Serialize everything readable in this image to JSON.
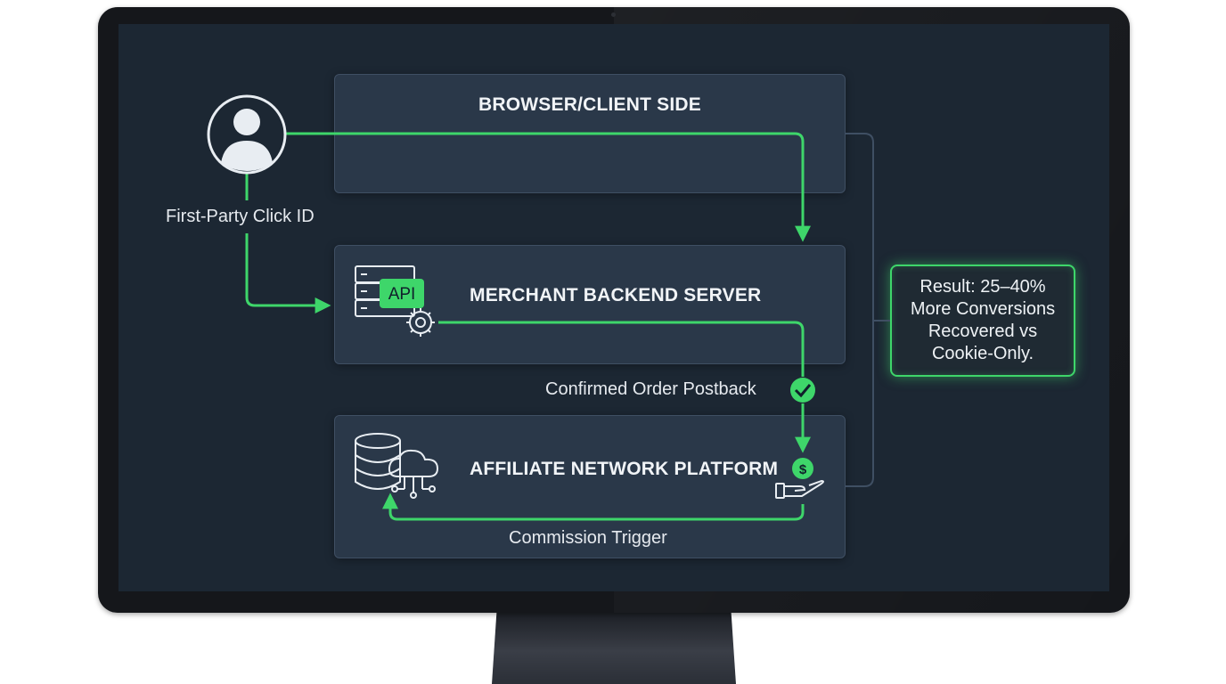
{
  "diagram": {
    "panels": {
      "browser": "BROWSER/CLIENT SIDE",
      "merchant": "MERCHANT BACKEND SERVER",
      "affiliate": "AFFILIATE NETWORK PLATFORM"
    },
    "labels": {
      "click_id": "First-Party Click ID",
      "postback": "Confirmed Order Postback",
      "commission": "Commission Trigger"
    },
    "api_badge": "API",
    "dollar_symbol": "$",
    "result": "Result: 25–40% More Conversions Recovered vs Cookie-Only."
  },
  "colors": {
    "accent_green": "#3ed66a",
    "panel_bg": "#2a3849",
    "screen_bg": "#1c2733"
  },
  "icons": [
    "user-avatar-icon",
    "api-server-icon",
    "gear-icon",
    "checkmark-icon",
    "database-icon",
    "cloud-network-icon",
    "dollar-coin-icon",
    "hand-icon"
  ]
}
